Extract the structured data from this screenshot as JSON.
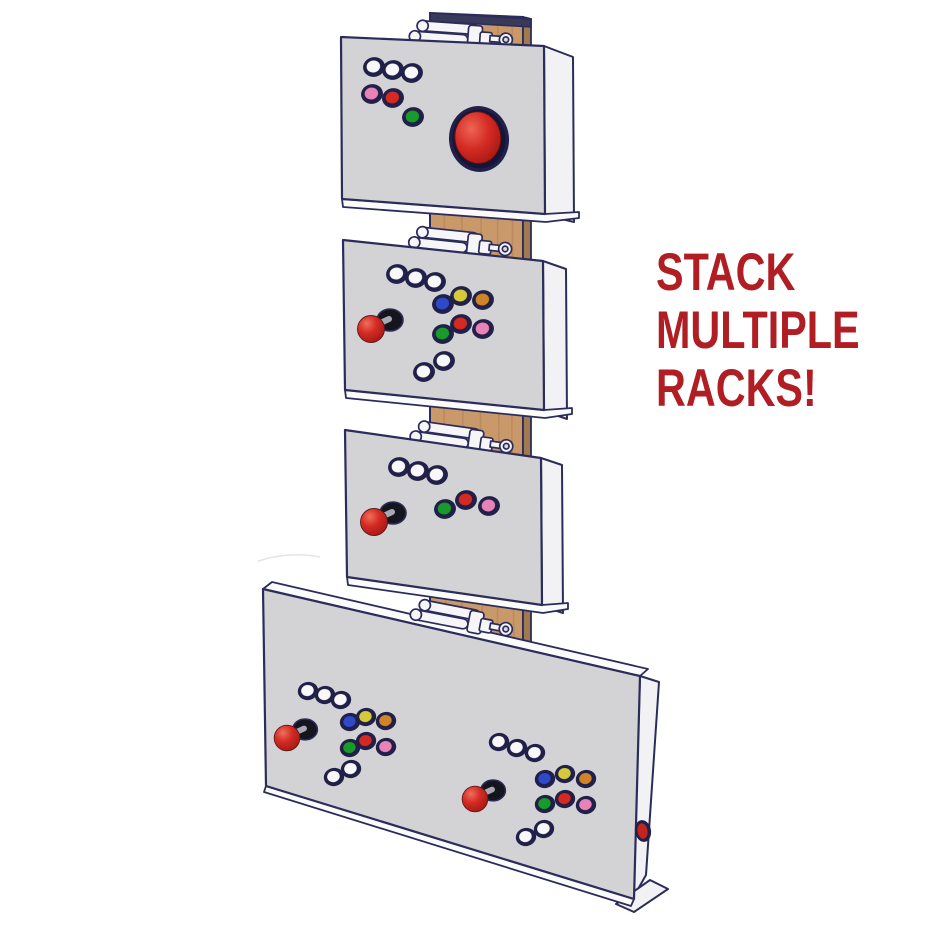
{
  "caption": {
    "lines": [
      "STACK",
      "MULTIPLE",
      "RACKS!"
    ]
  },
  "illustration": {
    "colors": {
      "navy": "#2c2c5c",
      "navy2": "#20204a",
      "panel": "#d3d3d5",
      "panelside": "#f2f2f4",
      "paneltop": "#fbfbfc",
      "wood": "#c9996a",
      "woodgrain": "#b5835a",
      "woodside": "#a07a4e",
      "woodtop": "#39395a",
      "metal": "#f6f6f8",
      "red": "#d42a24",
      "pink": "#e883b8",
      "green": "#189a2c",
      "blue": "#2f49c9",
      "yellow": "#d6c93c",
      "orange": "#d08428",
      "btnwhite": "#f8f8fa",
      "black": "#15151d",
      "textred": "#b01e24"
    },
    "panels": [
      {
        "id": "top-panel",
        "buttons": [
          "white",
          "white",
          "white",
          "pink",
          "red",
          "green"
        ],
        "big_button": "red"
      },
      {
        "id": "second-panel",
        "joystick": "red",
        "buttons": [
          "white",
          "white",
          "white",
          "blue",
          "yellow",
          "orange",
          "green",
          "red",
          "pink",
          "white",
          "white"
        ]
      },
      {
        "id": "third-panel",
        "joystick": "red",
        "buttons": [
          "white",
          "white",
          "white",
          "green",
          "red",
          "pink"
        ]
      },
      {
        "id": "bottom-panel",
        "players": 2,
        "side_button": "red",
        "joysticks": [
          "red",
          "red"
        ],
        "buttons_left": [
          "white",
          "white",
          "white",
          "blue",
          "yellow",
          "orange",
          "green",
          "red",
          "pink",
          "white",
          "white"
        ],
        "buttons_right": [
          "white",
          "white",
          "white",
          "blue",
          "yellow",
          "orange",
          "green",
          "red",
          "pink",
          "white",
          "white"
        ]
      }
    ]
  }
}
